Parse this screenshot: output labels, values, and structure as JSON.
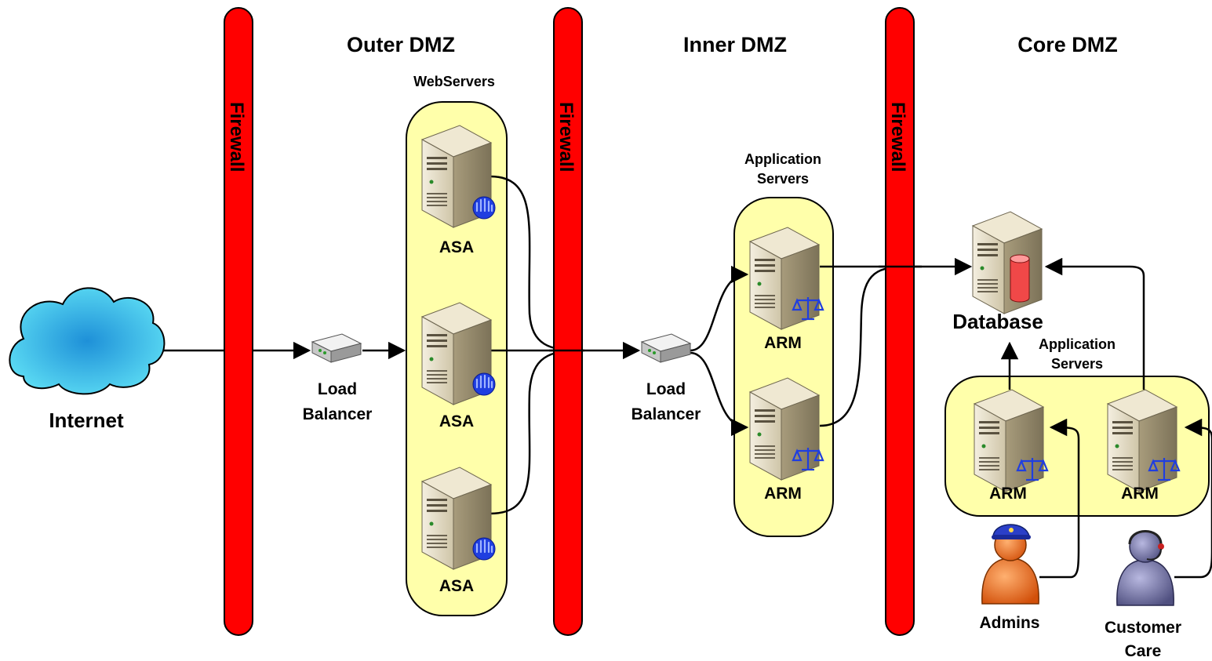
{
  "zones": {
    "outer": "Outer DMZ",
    "inner": "Inner DMZ",
    "core": "Core DMZ"
  },
  "firewalls": [
    "Firewall",
    "Firewall",
    "Firewall"
  ],
  "internet": {
    "label": "Internet"
  },
  "load_balancers": [
    {
      "line1": "Load",
      "line2": "Balancer"
    },
    {
      "line1": "Load",
      "line2": "Balancer"
    }
  ],
  "webservers": {
    "group_label": "WebServers",
    "servers": [
      "ASA",
      "ASA",
      "ASA"
    ]
  },
  "app_servers_inner": {
    "group_label_line1": "Application",
    "group_label_line2": "Servers",
    "servers": [
      "ARM",
      "ARM"
    ]
  },
  "database": {
    "label": "Database"
  },
  "app_servers_core": {
    "group_label_line1": "Application",
    "group_label_line2": "Servers",
    "servers": [
      "ARM",
      "ARM"
    ]
  },
  "users": {
    "admins": "Admins",
    "customer_care_line1": "Customer",
    "customer_care_line2": "Care"
  },
  "colors": {
    "firewall": "#ff0000",
    "group_fill": "#ffffaa",
    "cloud": "#33ccee",
    "server_body": "#e8e0c8",
    "admin_figure": "#ee6a1a",
    "care_figure": "#6a6a9a"
  }
}
